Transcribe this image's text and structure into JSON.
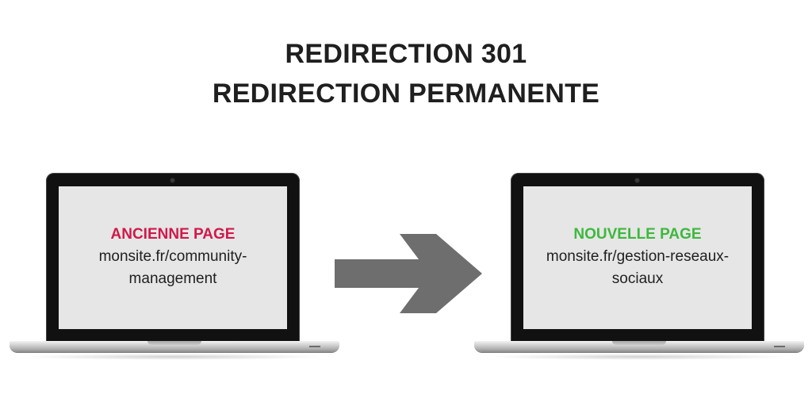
{
  "title": {
    "line1": "REDIRECTION 301",
    "line2": "REDIRECTION PERMANENTE"
  },
  "old_page": {
    "label": "ANCIENNE PAGE",
    "url": "monsite.fr/community-management",
    "label_color": "#d0194a"
  },
  "new_page": {
    "label": "NOUVELLE PAGE",
    "url": "monsite.fr/gestion-reseaux-sociaux",
    "label_color": "#3db83d"
  },
  "arrow": {
    "icon": "right-arrow-icon",
    "color": "#6e6e6e"
  }
}
